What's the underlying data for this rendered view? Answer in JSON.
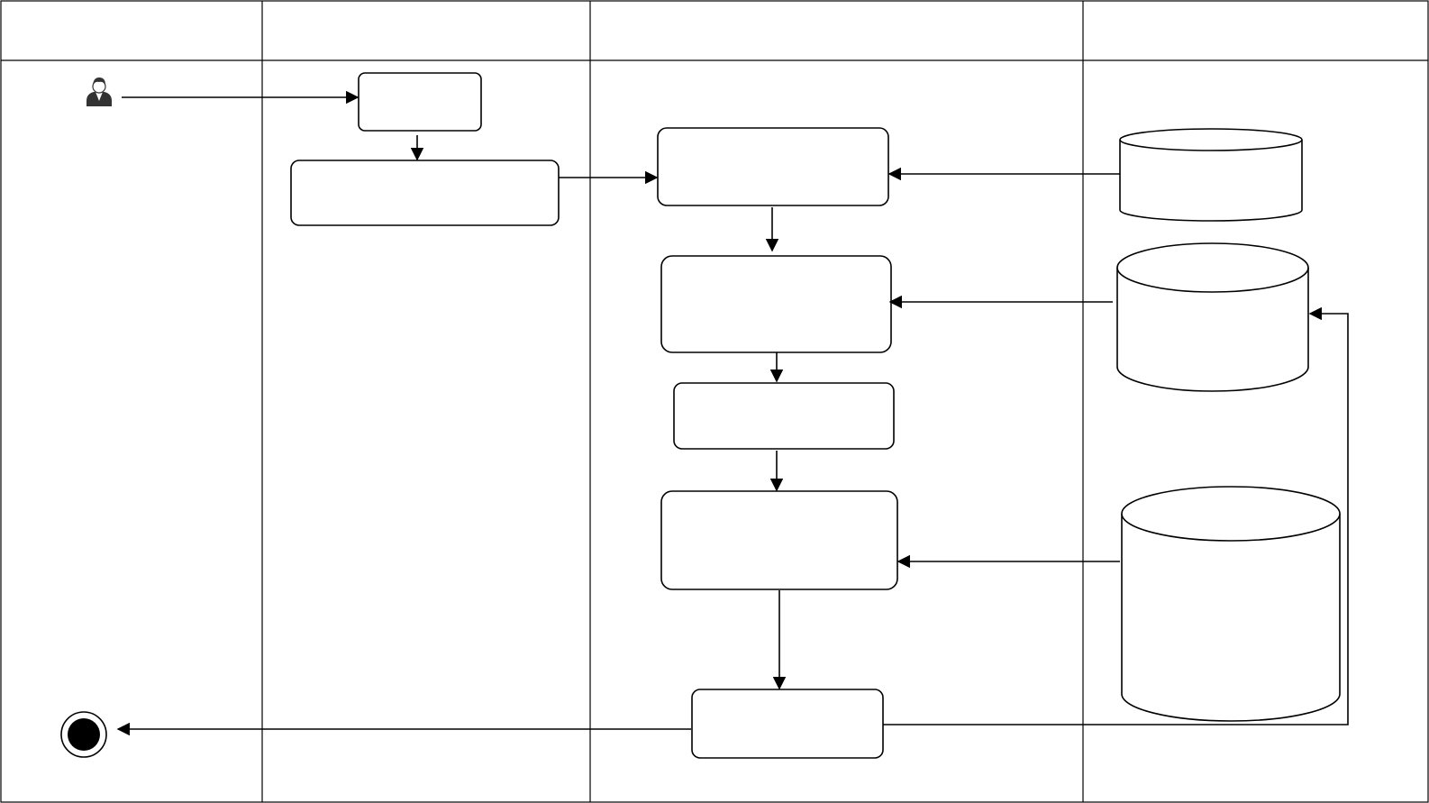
{
  "diagram": {
    "lanes": [
      {
        "title": ""
      },
      {
        "title": ""
      },
      {
        "title": ""
      },
      {
        "title": ""
      }
    ],
    "nodes": [
      {
        "id": "n1",
        "text": ""
      },
      {
        "id": "n2",
        "text": ""
      },
      {
        "id": "n3",
        "text": ""
      },
      {
        "id": "n4",
        "text": ""
      },
      {
        "id": "n5",
        "text": ""
      },
      {
        "id": "n6",
        "text": ""
      },
      {
        "id": "n7",
        "text": ""
      }
    ],
    "datastores": [
      {
        "id": "db1",
        "text": ""
      },
      {
        "id": "db2",
        "text": ""
      },
      {
        "id": "db3",
        "text": ""
      }
    ],
    "icons": {
      "actor": "user-icon",
      "end": "end-node-icon"
    }
  }
}
